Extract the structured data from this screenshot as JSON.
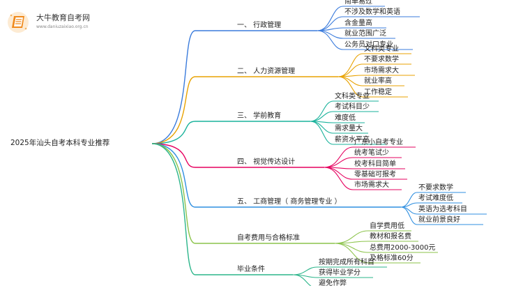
{
  "logo": {
    "title": "大牛教育自考网",
    "url": "www.daniuzaixiao.org.cn"
  },
  "root": "2025年汕头自考本科专业推荐",
  "colors": [
    "#3a7bdc",
    "#e8a200",
    "#19b29b",
    "#e6005f",
    "#2f8fe0",
    "#8bc34a",
    "#2bb58a"
  ],
  "branches": [
    {
      "label": "一、 行政管理",
      "children": [
        "简单易过",
        "不涉及数学和英语",
        "含金量高",
        "就业范围广泛",
        "公务员对口专业"
      ]
    },
    {
      "label": "二、 人力资源管理",
      "children": [
        "文科类专业",
        "不要求数学",
        "市场需求大",
        "就业率高",
        "工作稳定"
      ]
    },
    {
      "label": "三、 学前教育",
      "children": [
        "文科类专业",
        "考试科目少",
        "难度低",
        "需求量大",
        "薪资水平高"
      ]
    },
    {
      "label": "四、 视觉传达设计",
      "children": [
        "广东小自考专业",
        "统考笔试少",
        "校考科目简单",
        "零基础可报考",
        "市场需求大"
      ]
    },
    {
      "label": "五、 工商管理（ 商务管理专业 ）",
      "children": [
        "不要求数学",
        "考试难度低",
        "英语为选考科目",
        "就业前景良好"
      ]
    },
    {
      "label": "自考费用与合格标准",
      "children": [
        "自学费用低",
        "教材和报名费",
        "总费用2000-3000元",
        "及格标准60分"
      ]
    },
    {
      "label": "毕业条件",
      "children": [
        "按期完成所有科目",
        "获得毕业学分",
        "避免作弊"
      ]
    }
  ]
}
